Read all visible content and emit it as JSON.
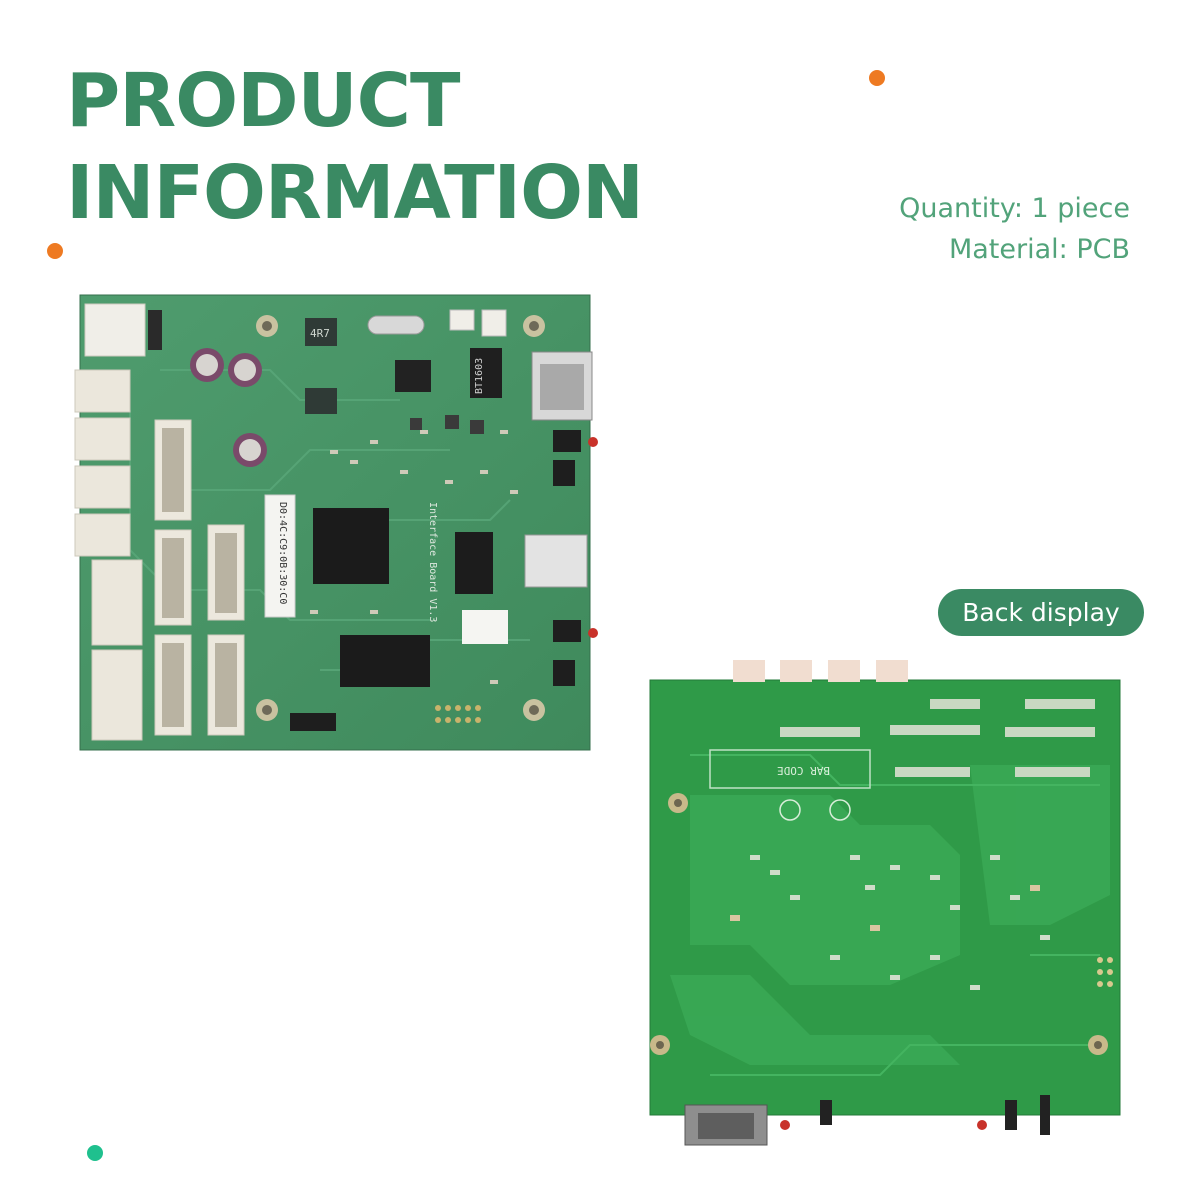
{
  "heading": {
    "line1": "PRODUCT",
    "line2": "INFORMATION"
  },
  "specs": {
    "quantity": "Quantity: 1 piece",
    "material": "Material: PCB"
  },
  "badge": {
    "label": "Back display"
  },
  "front_board": {
    "label_board": "Interface Board V1.3",
    "label_sticker": "D0:4C:C9:0B:30:C0",
    "label_chip": "BT1603",
    "label_inductor": "4R7"
  },
  "back_board": {
    "label_barcode": "BAR CODE"
  },
  "colors": {
    "heading": "#3a8a63",
    "spec_text": "#52a37a",
    "badge_bg": "#3a8a63",
    "dot_orange": "#ee7a22",
    "dot_teal": "#1fc08e"
  }
}
